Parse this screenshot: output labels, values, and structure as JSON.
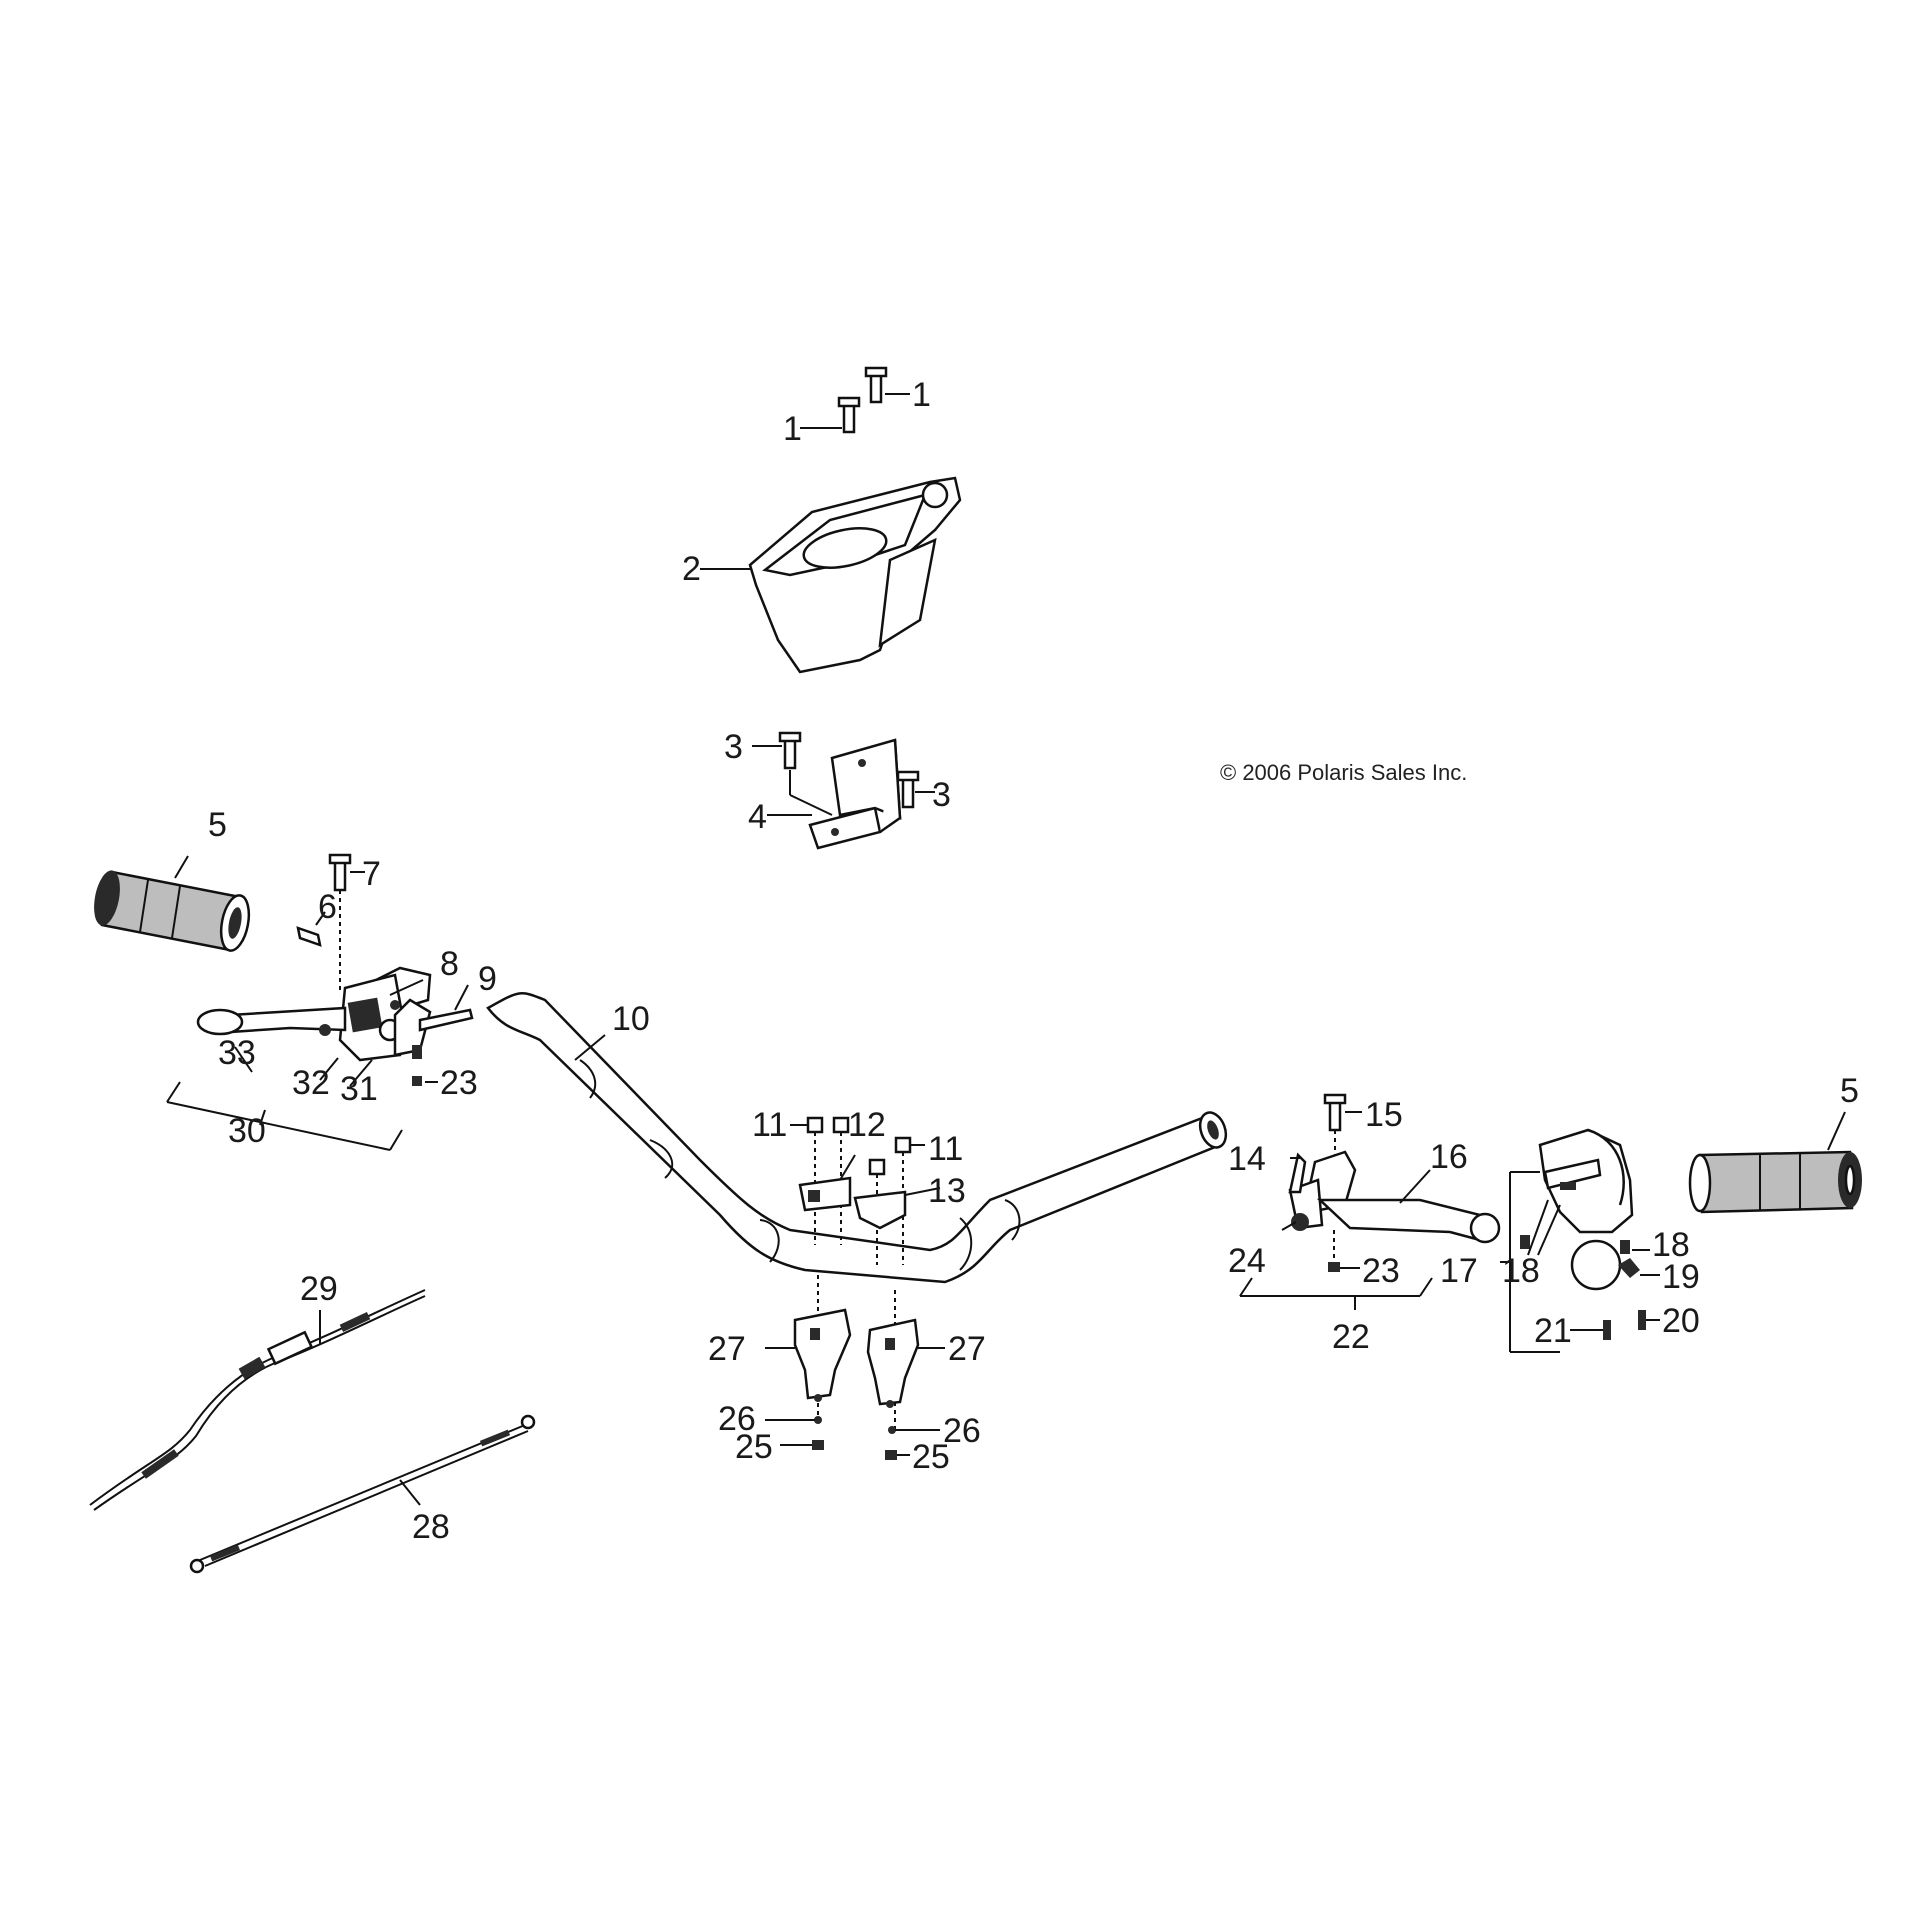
{
  "copyright": "© 2006 Polaris Sales Inc.",
  "callouts": {
    "c1a": "1",
    "c1b": "1",
    "c2": "2",
    "c3a": "3",
    "c3b": "3",
    "c4": "4",
    "c5a": "5",
    "c5b": "5",
    "c6": "6",
    "c7": "7",
    "c8": "8",
    "c9": "9",
    "c10": "10",
    "c11a": "11",
    "c11b": "11",
    "c12": "12",
    "c13": "13",
    "c14": "14",
    "c15": "15",
    "c16": "16",
    "c17": "17",
    "c18a": "18",
    "c18b": "18",
    "c19": "19",
    "c20": "20",
    "c21": "21",
    "c22": "22",
    "c23a": "23",
    "c23b": "23",
    "c24": "24",
    "c25a": "25",
    "c25b": "25",
    "c26a": "26",
    "c26b": "26",
    "c27a": "27",
    "c27b": "27",
    "c28": "28",
    "c29": "29",
    "c30": "30",
    "c31": "31",
    "c32": "32",
    "c33": "33"
  },
  "parts": [
    "bolt",
    "headlight-pod",
    "pod-bolt",
    "pod-bracket",
    "grip",
    "pivot-bolt",
    "reservoir-bolt",
    "master-cylinder",
    "brake-switch",
    "handlebar",
    "clamp-bolt",
    "upper-clamp",
    "upper-clamp",
    "clamp-lever-pivot",
    "clamp-bolt",
    "brake-lever",
    "switch-housing",
    "screw",
    "clip",
    "screw",
    "screw",
    "lever-assembly",
    "nut",
    "pivot",
    "nut",
    "washer",
    "lower-riser",
    "brake-cable",
    "throttle-cable",
    "brake-assembly",
    "caliper",
    "bracket",
    "brake-lever"
  ]
}
